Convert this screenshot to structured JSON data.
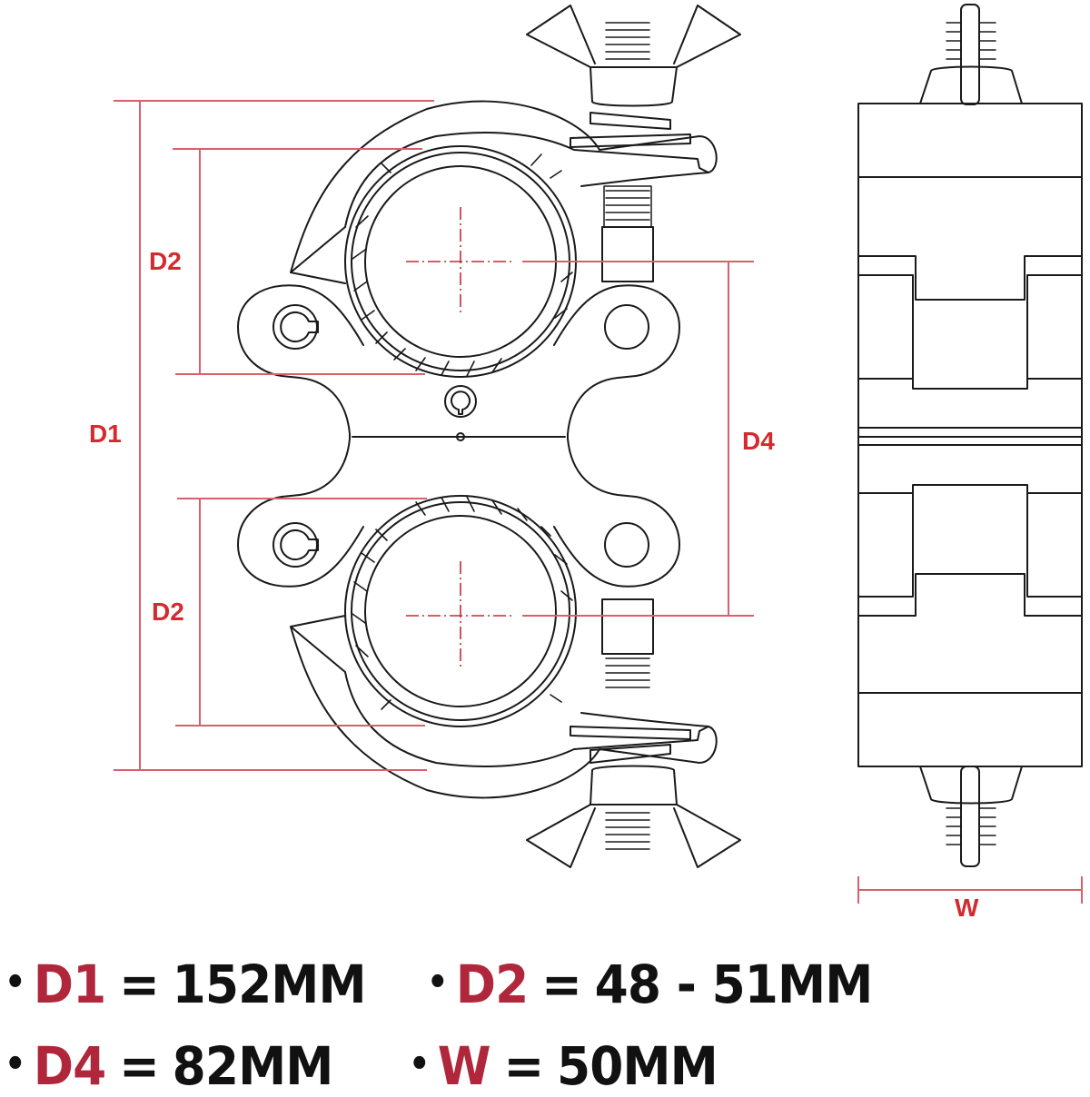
{
  "colors": {
    "dimension_line": "#d9606a",
    "dimension_label": "#d42a2f",
    "spec_key": "#b0263a",
    "spec_value": "#111111",
    "outline": "#1a1a1a"
  },
  "drawing": {
    "front_view": {
      "labels": {
        "d1": "D1",
        "d2_top": "D2",
        "d2_bottom": "D2",
        "d4": "D4"
      }
    },
    "side_view": {
      "labels": {
        "w": "W"
      }
    }
  },
  "specs": [
    {
      "bullet": "•",
      "key": "D1",
      "eq": "=",
      "value": "152MM"
    },
    {
      "bullet": "•",
      "key": "D2",
      "eq": "=",
      "value": "48 - 51MM"
    },
    {
      "bullet": "•",
      "key": "D4",
      "eq": "=",
      "value": "82MM"
    },
    {
      "bullet": "•",
      "key": "W",
      "eq": "=",
      "value": "50MM"
    }
  ]
}
